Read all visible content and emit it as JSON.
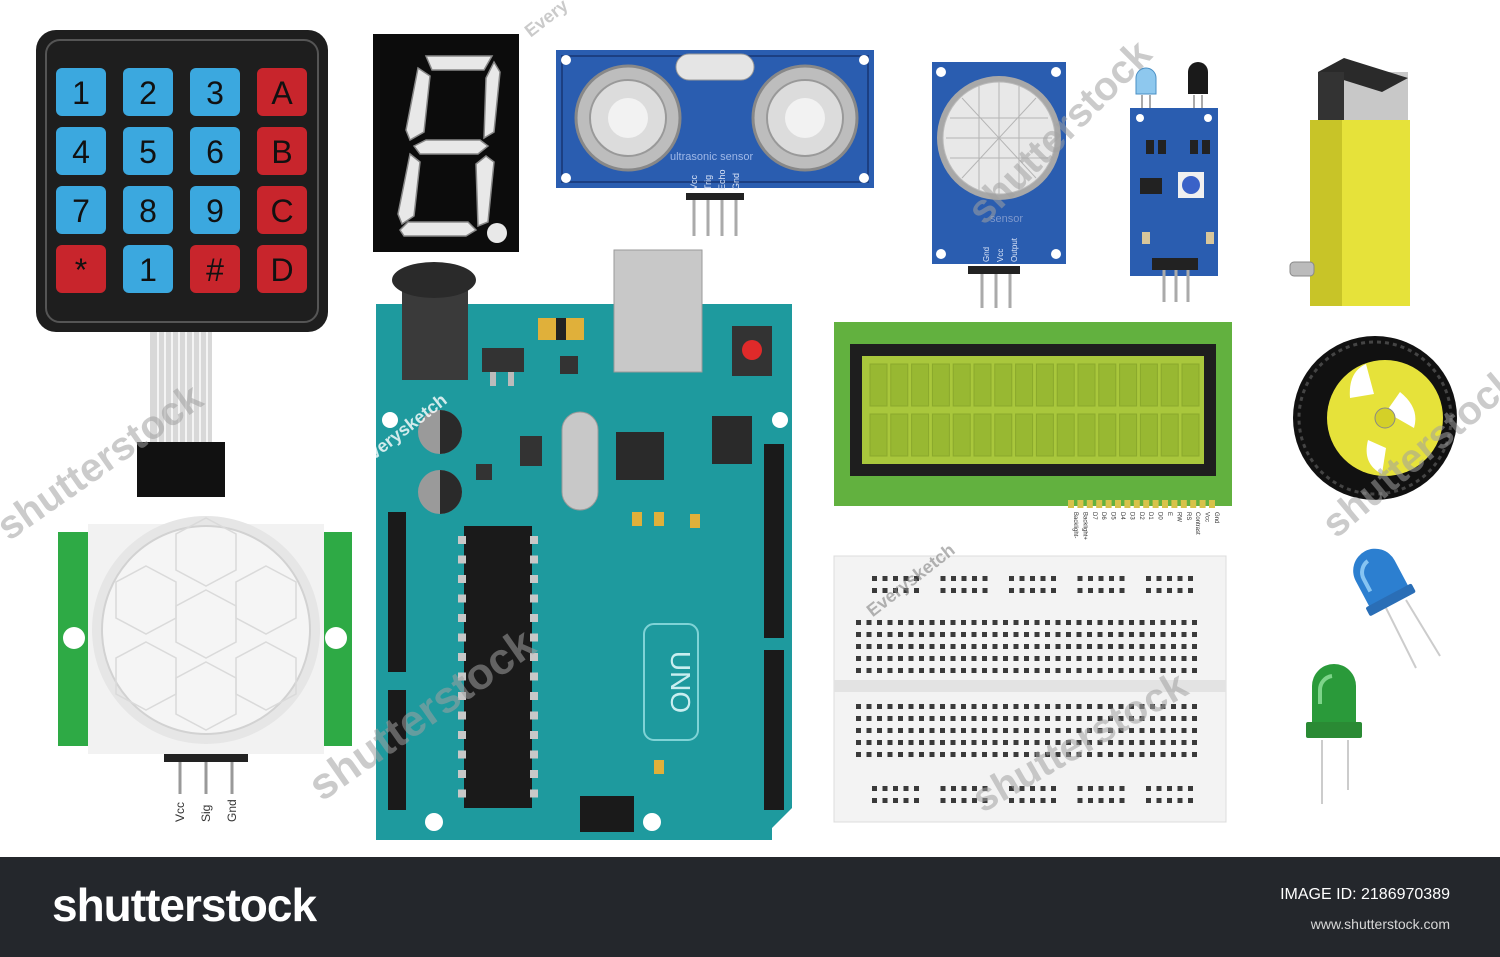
{
  "keypad": {
    "keys": [
      "1",
      "2",
      "3",
      "A",
      "4",
      "5",
      "6",
      "B",
      "7",
      "8",
      "9",
      "C",
      "*",
      "1",
      "#",
      "D"
    ]
  },
  "ultrasonic": {
    "label": "ultrasonic sensor",
    "pins": [
      "Vcc",
      "Trig",
      "Echo",
      "Gnd"
    ]
  },
  "gas_sensor": {
    "label": "sensor",
    "pins": [
      "Gnd",
      "Vcc",
      "Output"
    ]
  },
  "lcd": {
    "pins": [
      "Gnd",
      "Vcc",
      "Contrast",
      "RS",
      "RW",
      "E",
      "D0",
      "D1",
      "D2",
      "D3",
      "D4",
      "D5",
      "D6",
      "D7",
      "Backlight+",
      "Backlight-"
    ]
  },
  "arduino": {
    "board_label": "UNO"
  },
  "pir": {
    "pins": [
      "Vcc",
      "Sig",
      "Gnd"
    ]
  },
  "watermarks": {
    "stock": "shutterstock",
    "author": "Everysketch",
    "author_short": "Every"
  },
  "footer": {
    "logo": "shutterstock",
    "image_id": "IMAGE ID: 2186970389",
    "site": "www.shutterstock.com"
  },
  "colors": {
    "board": "#1e9a9e",
    "keypad_blue": "#3ba8df",
    "keypad_red": "#c8252c",
    "sensor_blue": "#2a5db0",
    "lcd_green": "#62b13f",
    "lcd_screen": "#a9c73c",
    "pir_green": "#2eaa45",
    "motor_yellow": "#e6e23a",
    "footer_bg": "#24272c"
  }
}
